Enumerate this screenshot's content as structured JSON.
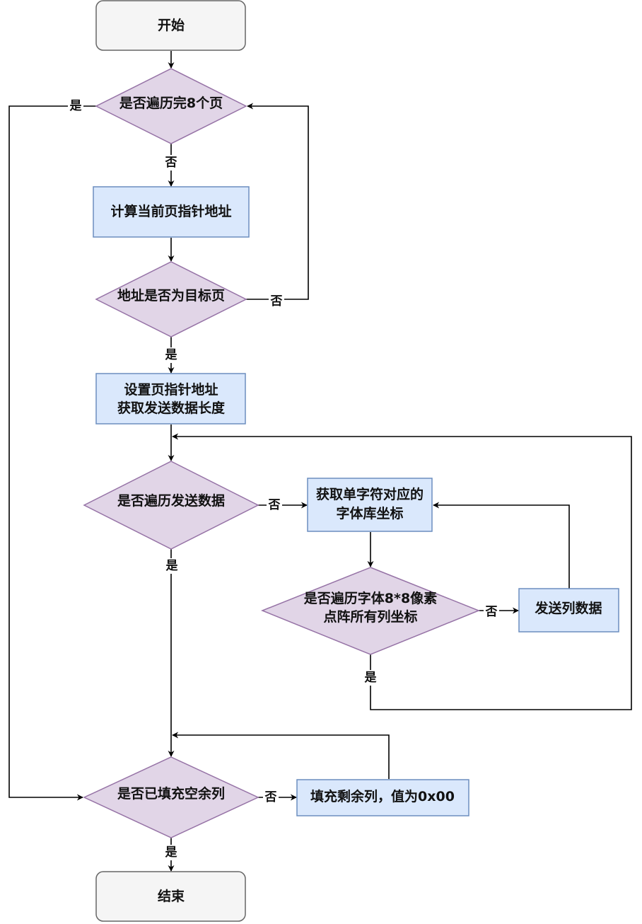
{
  "nodes": {
    "start": "开始",
    "decision_all_pages": "是否遍历完8个页",
    "calc_page_pointer": "计算当前页指针地址",
    "decision_target_page": "地址是否为目标页",
    "set_page_pointer": [
      "设置页指针地址",
      "获取发送数据长度"
    ],
    "decision_all_send_data": "是否遍历发送数据",
    "get_font_coord": [
      "获取单字符对应的",
      "字体库坐标"
    ],
    "decision_all_columns": [
      "是否遍历字体8*8像素",
      "点阵所有列坐标"
    ],
    "send_column_data": "发送列数据",
    "decision_filled_empty": "是否已填充空余列",
    "fill_remaining": "填充剩余列，值为0x00",
    "end": "结束"
  },
  "edge_labels": {
    "all_pages_yes": "是",
    "all_pages_no": "否",
    "target_page_no": "否",
    "target_page_yes": "是",
    "send_data_no": "否",
    "send_data_yes": "是",
    "columns_no": "否",
    "columns_yes": "是",
    "filled_no": "否",
    "filled_yes": "是"
  },
  "colors": {
    "terminator_fill": "#f5f5f5",
    "terminator_stroke": "#666666",
    "process_fill": "#dae8fc",
    "process_stroke": "#6c8ebf",
    "decision_fill": "#e1d5e7",
    "decision_stroke": "#9673a6"
  }
}
